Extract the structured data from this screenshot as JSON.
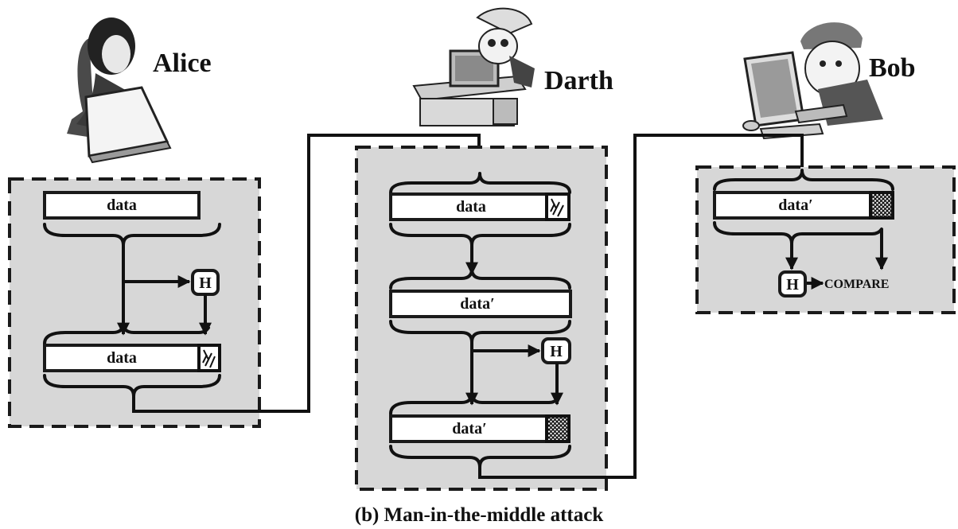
{
  "actors": {
    "alice": "Alice",
    "darth": "Darth",
    "bob": "Bob"
  },
  "labels": {
    "data": "data",
    "data_prime": "data′",
    "hash": "H",
    "compare": "COMPARE"
  },
  "caption": "(b) Man-in-the-middle attack",
  "colors": {
    "panel_fill": "#d7d7d7",
    "line": "#111111"
  },
  "icons": [
    "alice-figure-icon",
    "darth-figure-icon",
    "bob-figure-icon",
    "hash-broken-icon",
    "hash-crosshatch-icon"
  ]
}
